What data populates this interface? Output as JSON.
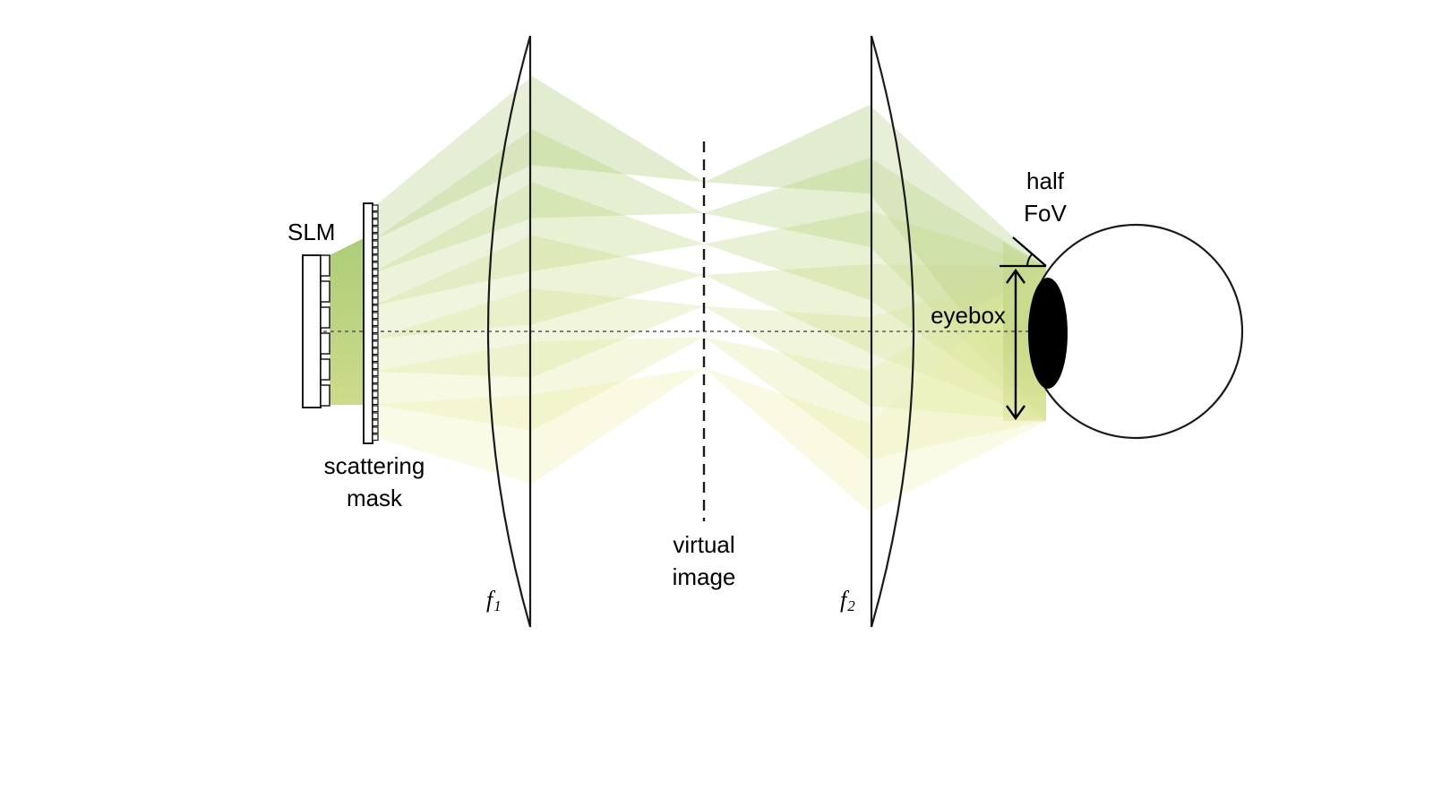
{
  "labels": {
    "slm": "SLM",
    "scattering_mask_line1": "scattering",
    "scattering_mask_line2": "mask",
    "lens1_symbol": "f",
    "lens1_subscript": "1",
    "lens2_symbol": "f",
    "lens2_subscript": "2",
    "virtual_image_line1": "virtual",
    "virtual_image_line2": "image",
    "half_fov_line1": "half",
    "half_fov_line2": "FoV",
    "eyebox": "eyebox"
  },
  "colors": {
    "beam_top": "#a4c76a",
    "beam_bottom": "#eef0a4",
    "stroke": "#1a1a1a",
    "pupil": "#000000",
    "background": "#ffffff"
  },
  "beam": {
    "count": 7,
    "opacity": 0.28
  }
}
